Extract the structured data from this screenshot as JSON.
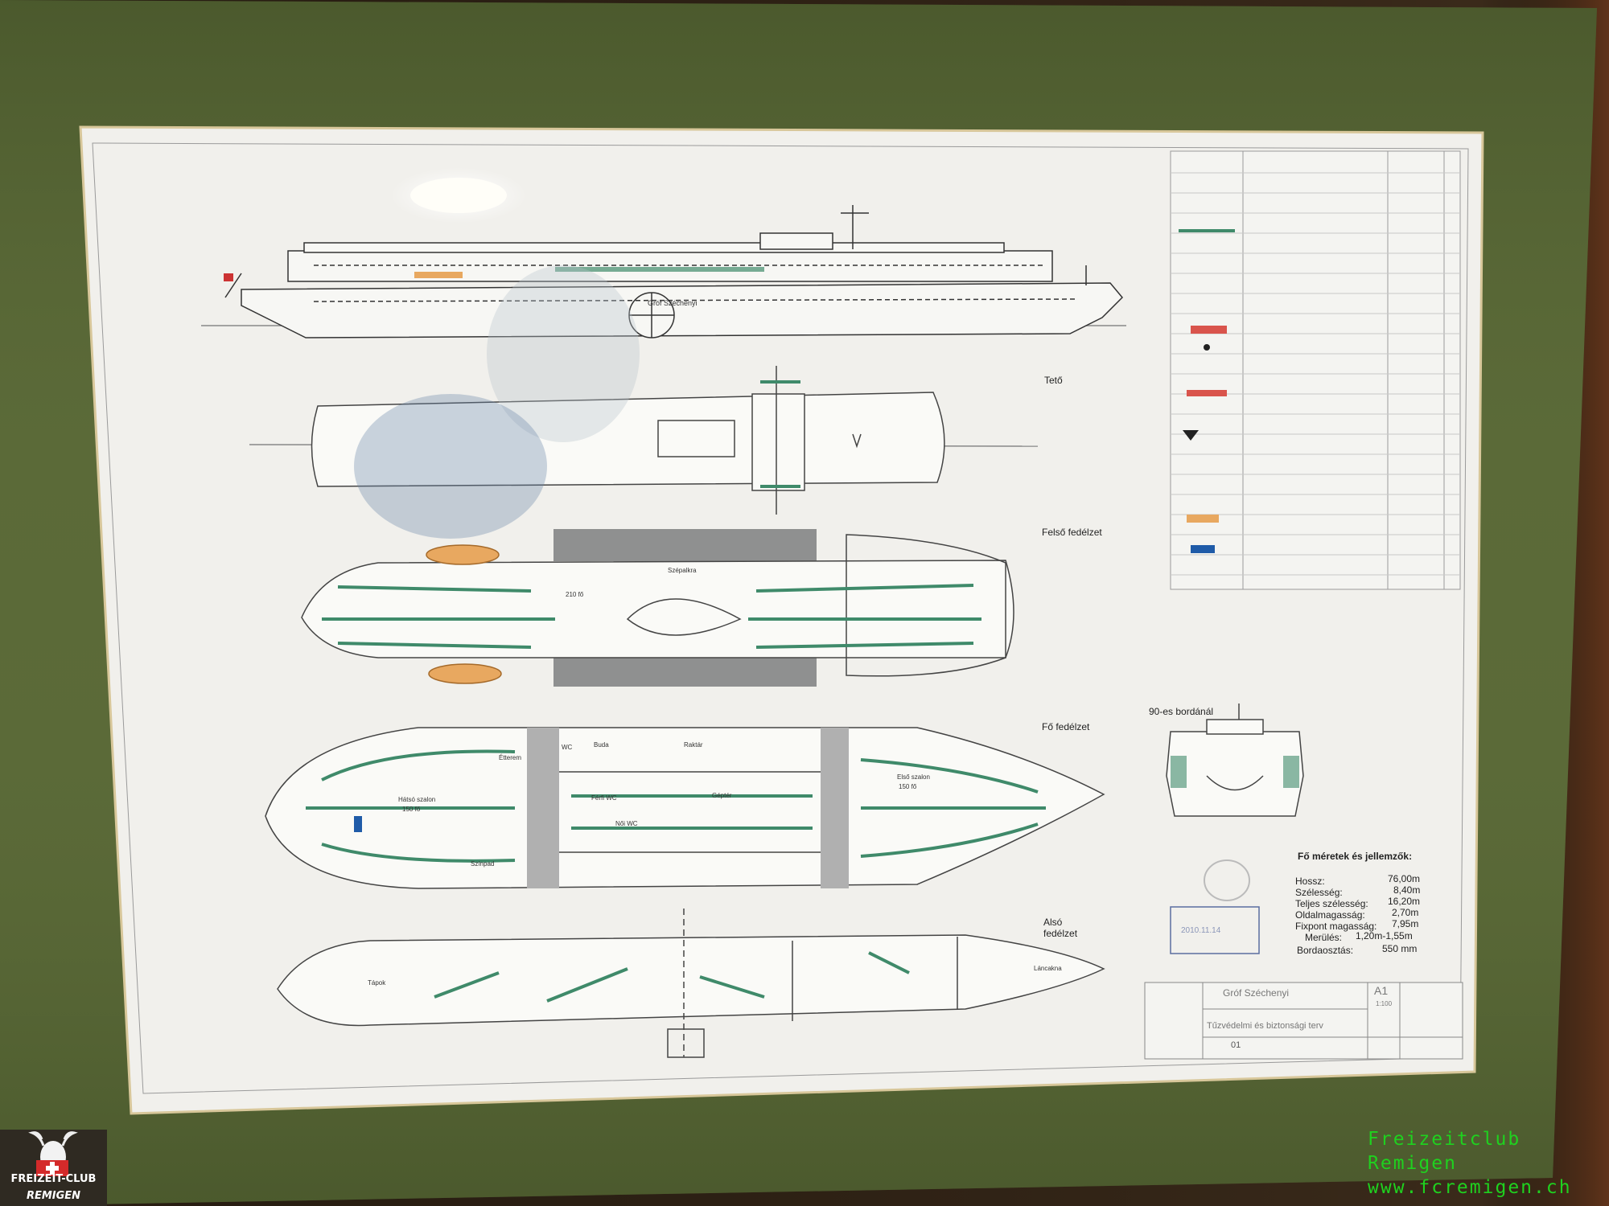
{
  "deck_labels": {
    "roof": "Tető",
    "upper": "Felső fedélzet",
    "main": "Fő fedélzet",
    "lower_1": "Alsó",
    "lower_2": "fedélzet"
  },
  "ship_name_plate": "Gróf Széchenyi",
  "section_label": "90-es bordánál",
  "rooms": {
    "upper_capacity": "210 fő",
    "upper_salon": "Szépalkra",
    "buda": "Buda",
    "wc": "WC",
    "ferfi_wc": "Férfi WC",
    "noi_wc": "Női WC",
    "geptor": "Géptér",
    "raktar": "Raktár",
    "etterem": "Étterem",
    "hatso_szalon": "Hátsó szalon",
    "hatso_cap": "150 fő",
    "elso_szalon": "Első szalon",
    "elso_cap": "150 fő",
    "szinpad": "Színpad",
    "tanks": "Tápok",
    "lancakna": "Láncakna"
  },
  "specs": {
    "title": "Fő méretek és jellemzők:",
    "rows": [
      {
        "label": "Hossz:",
        "value": "76,00m"
      },
      {
        "label": "Szélesség:",
        "value": "8,40m"
      },
      {
        "label": "Teljes szélesség:",
        "value": "16,20m"
      },
      {
        "label": "Oldalmagasság:",
        "value": "2,70m"
      },
      {
        "label": "Fixpont magasság:",
        "value": "7,95m"
      },
      {
        "label": "Merülés:",
        "value": "1,20m-1,55m"
      },
      {
        "label": "Bordaosztás:",
        "value": "550 mm"
      }
    ]
  },
  "title_block": {
    "ship": "Gróf Széchenyi",
    "title": "Tűzvédelmi és biztonsági terv",
    "sheet_format": "A1",
    "scale": "1:100",
    "sheet_no": "01"
  },
  "stamp_number": "2010.11.14",
  "watermark": {
    "line1": "Freizeitclub",
    "line2": "Remigen",
    "line3": "www.fcremigen.ch"
  },
  "logo": {
    "line1": "FREIZEIT-CLUB",
    "line2": "REMIGEN"
  },
  "colors": {
    "frame": "#3a2a1a",
    "mat": "#5d6b3a",
    "paper": "#f1f0ec",
    "route": "#3f8a6a",
    "boat": "#e8a860",
    "watermark": "#1fd11f"
  }
}
